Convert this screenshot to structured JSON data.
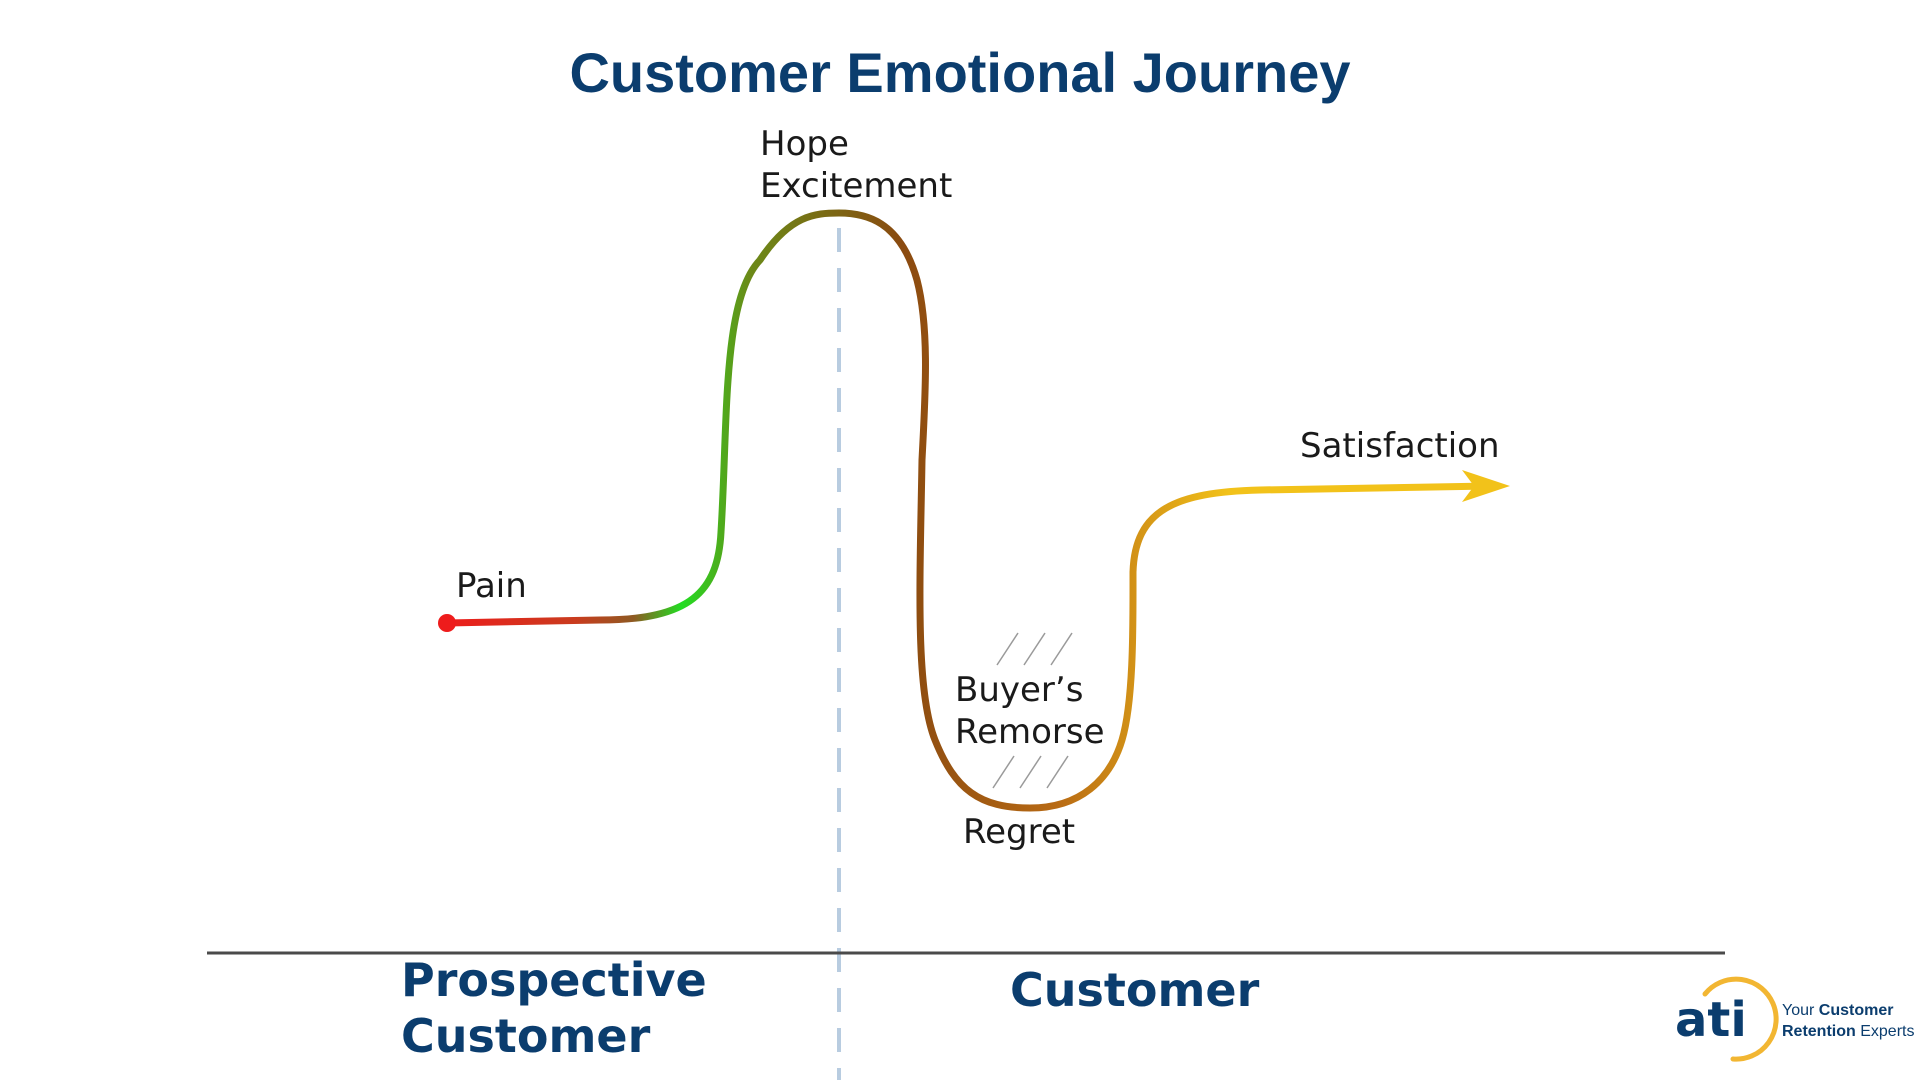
{
  "title": "Customer Emotional Journey",
  "stages": {
    "prospective_line1": "Prospective",
    "prospective_line2": "Customer",
    "customer": "Customer"
  },
  "emotions": {
    "pain": "Pain",
    "hope": "Hope",
    "excitement": "Excitement",
    "buyers": "Buyer’s",
    "remorse": "Remorse",
    "regret": "Regret",
    "satisfaction": "Satisfaction"
  },
  "logo": {
    "mark": "ati",
    "tagline_line1_prefix": "Your ",
    "tagline_line1_bold": "Customer",
    "tagline_line2_bold": "Retention",
    "tagline_line2_suffix": " Experts"
  },
  "colors": {
    "title": "#0b3d6e",
    "pain": "#ee1c1c",
    "peak": "#22dd22",
    "trough": "#8a4a10",
    "satisfaction": "#f2c21a",
    "divider": "#b8cce0",
    "baseline": "#4a4a4a",
    "logo_ring": "#f2b632"
  }
}
